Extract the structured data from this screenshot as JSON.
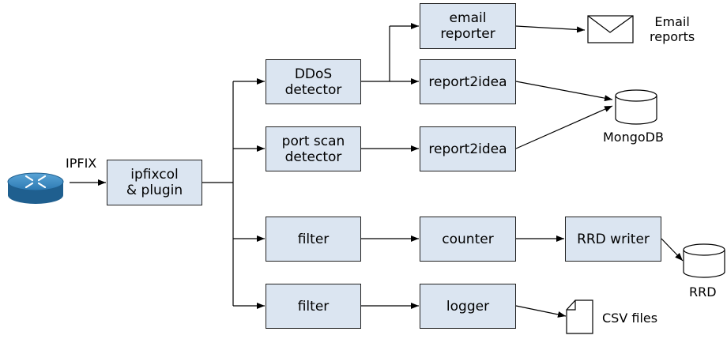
{
  "nodes": {
    "ipfixcol": "ipfixcol\n& plugin",
    "ddos": "DDoS\ndetector",
    "portscan": "port scan\ndetector",
    "filter1": "filter",
    "filter2": "filter",
    "email": "email\nreporter",
    "report1": "report2idea",
    "report2": "report2idea",
    "counter": "counter",
    "logger": "logger",
    "rrdwriter": "RRD writer"
  },
  "labels": {
    "ipfix": "IPFIX",
    "email_reports": "Email\nreports",
    "mongodb": "MongoDB",
    "rrd": "RRD",
    "csv": "CSV files"
  },
  "icons": {
    "router": "router-icon",
    "envelope": "envelope-icon",
    "mongodb": "database-icon",
    "rrd": "database-icon",
    "csv": "document-icon"
  },
  "colors": {
    "box_fill": "#dbe5f1",
    "router": "#2d6fa3"
  }
}
